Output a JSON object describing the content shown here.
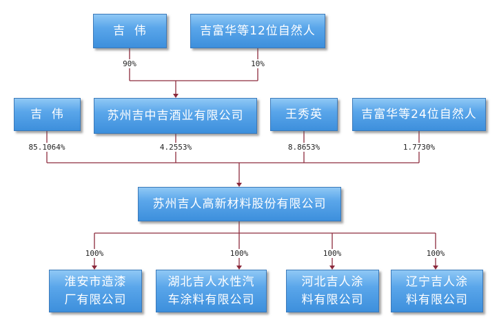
{
  "colors": {
    "box_top": "#8fc8f5",
    "box_bottom": "#3d8fdc",
    "connector": "#8c2a3c"
  },
  "top_shareholders": [
    {
      "name": "吉  伟",
      "pct": "90%"
    },
    {
      "name": "吉富华等12位自然人",
      "pct": "10%"
    }
  ],
  "shareholders": [
    {
      "name": "吉  伟",
      "pct": "85.1064%"
    },
    {
      "name": "苏州吉中吉酒业有限公司",
      "pct": "4.2553%"
    },
    {
      "name": "王秀英",
      "pct": "8.8653%"
    },
    {
      "name": "吉富华等24位自然人",
      "pct": "1.7730%"
    }
  ],
  "company": {
    "name": "苏州吉人高新材料股份有限公司"
  },
  "subsidiaries": [
    {
      "line1": "淮安市造漆",
      "line2": "厂有限公司",
      "pct": "100%"
    },
    {
      "line1": "湖北吉人水性汽",
      "line2": "车涂料有限公司",
      "pct": "100%"
    },
    {
      "line1": "河北吉人涂",
      "line2": "料有限公司",
      "pct": "100%"
    },
    {
      "line1": "辽宁吉人涂",
      "line2": "料有限公司",
      "pct": "100%"
    }
  ]
}
